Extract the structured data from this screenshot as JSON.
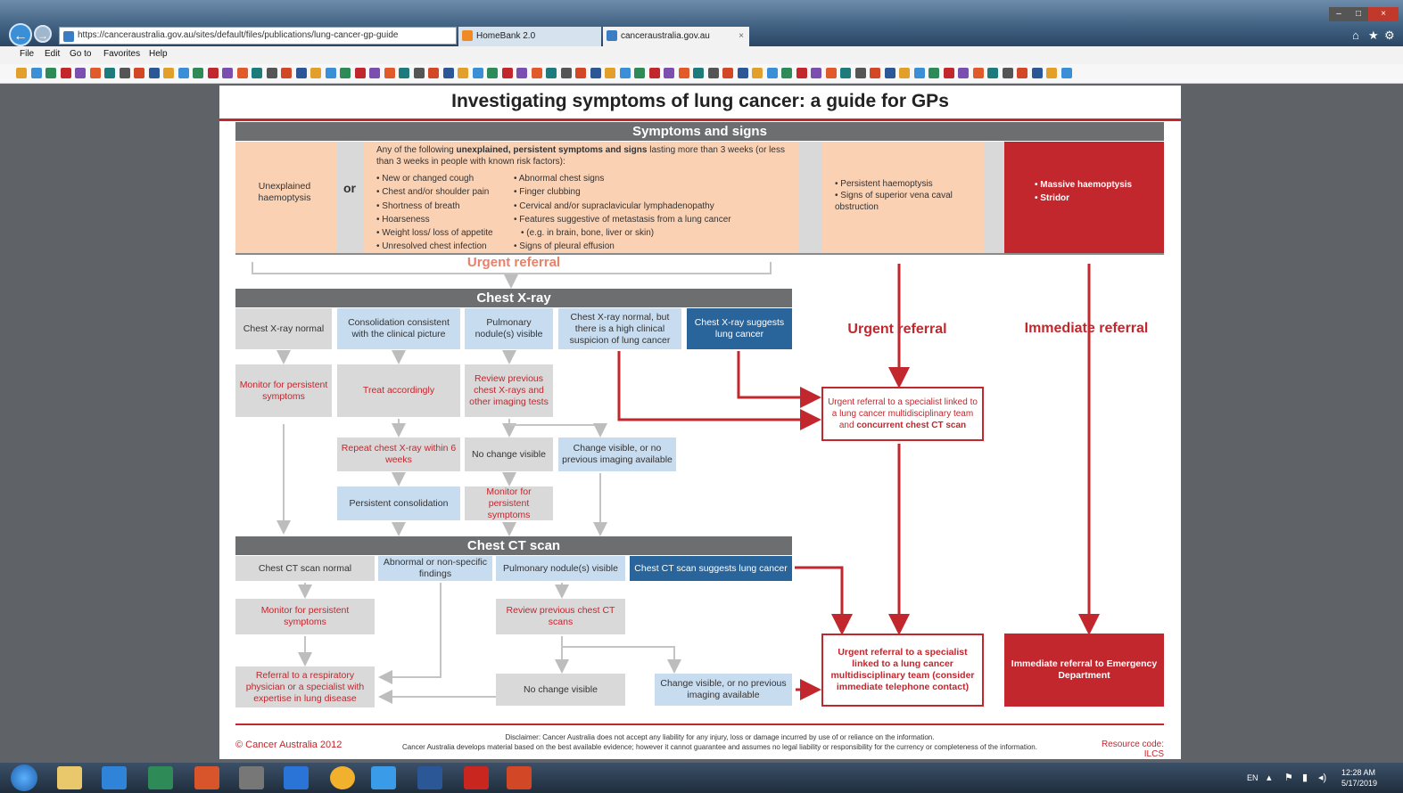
{
  "browser": {
    "url": "https://canceraustralia.gov.au/sites/default/files/publications/lung-cancer-gp-guide",
    "tabs": [
      {
        "label": "HomeBank 2.0",
        "active": false
      },
      {
        "label": "canceraustralia.gov.au",
        "active": true
      }
    ],
    "menu": [
      "File",
      "Edit",
      "Go to",
      "Favorites",
      "Help"
    ]
  },
  "doc": {
    "title": "Investigating symptoms of lung cancer: a guide for GPs",
    "symptoms_header": "Symptoms and signs",
    "unexplained_haemoptysis": "Unexplained haemoptysis",
    "or": "or",
    "intro_text_plain": "Any of the following",
    "intro_text_bold": "unexplained, persistent symptoms and signs",
    "intro_text_rest": "lasting more than 3 weeks (or less than 3 weeks in people with known risk factors):",
    "symptoms_left": [
      "New or changed cough",
      "Chest and/or shoulder pain",
      "Shortness of breath",
      "Hoarseness",
      "Weight loss/ loss of appetite",
      "Unresolved chest infection"
    ],
    "symptoms_right": [
      "Abnormal chest signs",
      "Finger clubbing",
      "Cervical and/or supraclavicular lymphadenopathy",
      "Features suggestive of metastasis from a lung cancer",
      "(e.g. in brain, bone, liver or skin)",
      "Signs of pleural effusion"
    ],
    "urgent_signs": [
      "Persistent haemoptysis",
      "Signs of superior vena caval obstruction"
    ],
    "immediate_signs": [
      "Massive haemoptysis",
      "Stridor"
    ],
    "urgent_referral_label": "Urgent referral",
    "urgent_referral_side": "Urgent referral",
    "immediate_referral_side": "Immediate referral",
    "xray_header": "Chest X-ray",
    "xray_normal": "Chest X-ray normal",
    "consolidation": "Consolidation consistent with the clinical picture",
    "pulm_nodule": "Pulmonary nodule(s) visible",
    "xray_normal_high": "Chest X-ray normal, but there is a high clinical suspicion of lung cancer",
    "xray_suggests": "Chest X-ray suggests lung cancer",
    "monitor_persistent": "Monitor for persistent symptoms",
    "treat_accordingly": "Treat accordingly",
    "review_xrays": "Review previous chest X-rays and other imaging tests",
    "urgent_ct": "Urgent referral to a specialist linked to a lung cancer multidisciplinary team and",
    "urgent_ct_bold": "concurrent chest CT scan",
    "repeat_xray": "Repeat chest X-ray within 6 weeks",
    "no_change_1": "No change visible",
    "change_visible_1": "Change visible, or no previous imaging available",
    "persistent_consol": "Persistent consolidation",
    "monitor_persistent_2": "Monitor for persistent symptoms",
    "ct_header": "Chest CT scan",
    "ct_normal": "Chest CT scan normal",
    "abnormal_findings": "Abnormal or non-specific findings",
    "pulm_nodule_ct": "Pulmonary nodule(s) visible",
    "ct_suggests": "Chest CT scan suggests lung cancer",
    "monitor_persistent_3": "Monitor for persistent symptoms",
    "review_ct": "Review previous chest CT scans",
    "referral_resp": "Referral to a respiratory physician or a specialist with expertise in lung disease",
    "no_change_2": "No change visible",
    "change_visible_2": "Change visible, or no previous imaging available",
    "urgent_final": "Urgent referral to a specialist linked to a lung cancer multidisciplinary team (consider immediate telephone contact)",
    "immediate_final": "Immediate referral to Emergency Department",
    "copyright": "© Cancer Australia 2012",
    "disclaimer_1": "Disclaimer: Cancer Australia does not accept any liability for any injury, loss or damage incurred by use of or reliance on the information.",
    "disclaimer_2": "Cancer Australia develops material based on the best available evidence; however it cannot guarantee and assumes no legal liability or responsibility for the currency or completeness of the information.",
    "resource_code": "Resource code: ILCS"
  },
  "taskbar": {
    "lang": "EN",
    "time": "12:28 AM",
    "date": "5/17/2019"
  },
  "colors": {
    "red": "#c1272d",
    "dark_blue": "#29649b",
    "light_blue": "#c8dcf0",
    "peach": "#fbd1b4",
    "grey": "#d9d9da",
    "header": "#6d6e70"
  }
}
